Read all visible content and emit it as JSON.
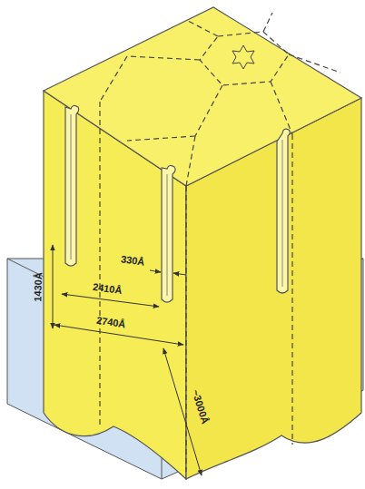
{
  "diagram": {
    "labels": [
      "330Å",
      "2410Å",
      "2740Å",
      "1430Å",
      "~3000Å"
    ]
  }
}
